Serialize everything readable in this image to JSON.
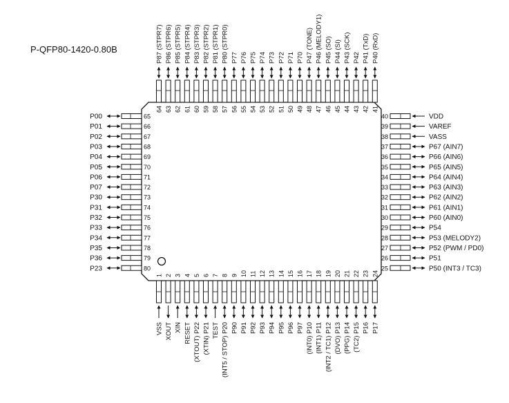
{
  "package_label": "P-QFP80-1420-0.80B",
  "pins": {
    "left": [
      {
        "num": "65",
        "name": "P00",
        "dir": "bi"
      },
      {
        "num": "66",
        "name": "P01",
        "dir": "bi"
      },
      {
        "num": "67",
        "name": "P02",
        "dir": "bi"
      },
      {
        "num": "68",
        "name": "P03",
        "dir": "bi"
      },
      {
        "num": "69",
        "name": "P04",
        "dir": "bi"
      },
      {
        "num": "70",
        "name": "P05",
        "dir": "bi"
      },
      {
        "num": "71",
        "name": "P06",
        "dir": "bi"
      },
      {
        "num": "72",
        "name": "P07",
        "dir": "bi"
      },
      {
        "num": "73",
        "name": "P30",
        "dir": "bi"
      },
      {
        "num": "74",
        "name": "P31",
        "dir": "bi"
      },
      {
        "num": "75",
        "name": "P32",
        "dir": "bi"
      },
      {
        "num": "76",
        "name": "P33",
        "dir": "bi"
      },
      {
        "num": "77",
        "name": "P34",
        "dir": "bi"
      },
      {
        "num": "78",
        "name": "P35",
        "dir": "bi"
      },
      {
        "num": "79",
        "name": "P36",
        "dir": "bi"
      },
      {
        "num": "80",
        "name": "P23",
        "dir": "bi"
      }
    ],
    "right": [
      {
        "num": "40",
        "name": "VDD",
        "dir": "in"
      },
      {
        "num": "39",
        "name": "VAREF",
        "dir": "in"
      },
      {
        "num": "38",
        "name": "VASS",
        "dir": "in"
      },
      {
        "num": "37",
        "name": "P67 (AIN7)",
        "dir": "bi"
      },
      {
        "num": "36",
        "name": "P66 (AIN6)",
        "dir": "bi"
      },
      {
        "num": "35",
        "name": "P65 (AIN5)",
        "dir": "bi"
      },
      {
        "num": "34",
        "name": "P64 (AIN4)",
        "dir": "bi"
      },
      {
        "num": "33",
        "name": "P63 (AIN3)",
        "dir": "bi"
      },
      {
        "num": "32",
        "name": "P62 (AIN2)",
        "dir": "bi"
      },
      {
        "num": "31",
        "name": "P61 (AIN1)",
        "dir": "bi"
      },
      {
        "num": "30",
        "name": "P60 (AIN0)",
        "dir": "bi"
      },
      {
        "num": "29",
        "name": "P54",
        "dir": "bi"
      },
      {
        "num": "28",
        "name": "P53 (MELODY2)",
        "dir": "bi"
      },
      {
        "num": "27",
        "name": "P52 (PWM / PD0)",
        "dir": "bi"
      },
      {
        "num": "26",
        "name": "P51",
        "dir": "bi"
      },
      {
        "num": "25",
        "name": "P50 (INT3 / TC3)",
        "dir": "bi"
      }
    ],
    "top": [
      {
        "num": "64",
        "name": "P87 (STPR7)",
        "dir": "bi"
      },
      {
        "num": "63",
        "name": "P86 (STPR6)",
        "dir": "bi"
      },
      {
        "num": "62",
        "name": "P85 (STPR5)",
        "dir": "bi"
      },
      {
        "num": "61",
        "name": "P84 (STPR4)",
        "dir": "bi"
      },
      {
        "num": "60",
        "name": "P83 (STPR3)",
        "dir": "bi"
      },
      {
        "num": "59",
        "name": "P82 (STPR2)",
        "dir": "bi"
      },
      {
        "num": "58",
        "name": "P81 (STPR1)",
        "dir": "bi"
      },
      {
        "num": "57",
        "name": "P80 (STPR0)",
        "dir": "bi"
      },
      {
        "num": "56",
        "name": "P77",
        "dir": "bi"
      },
      {
        "num": "55",
        "name": "P76",
        "dir": "bi"
      },
      {
        "num": "54",
        "name": "P75",
        "dir": "bi"
      },
      {
        "num": "53",
        "name": "P74",
        "dir": "bi"
      },
      {
        "num": "52",
        "name": "P73",
        "dir": "bi"
      },
      {
        "num": "51",
        "name": "P72",
        "dir": "bi"
      },
      {
        "num": "50",
        "name": "P71",
        "dir": "bi"
      },
      {
        "num": "49",
        "name": "P70",
        "dir": "bi"
      },
      {
        "num": "48",
        "name": "P47 (TONE)",
        "dir": "bi"
      },
      {
        "num": "47",
        "name": "P46 (MELODY1)",
        "dir": "bi"
      },
      {
        "num": "46",
        "name": "P45 (SO)",
        "dir": "bi"
      },
      {
        "num": "45",
        "name": "P44 (SI)",
        "dir": "bi"
      },
      {
        "num": "44",
        "name": "P43 (SCK)",
        "dir": "bi"
      },
      {
        "num": "43",
        "name": "P42",
        "dir": "bi"
      },
      {
        "num": "42",
        "name": "P41 (TxD)",
        "dir": "bi"
      },
      {
        "num": "41",
        "name": "P40 (RxD)",
        "dir": "bi"
      }
    ],
    "bottom": [
      {
        "num": "1",
        "name": "VSS",
        "dir": "in"
      },
      {
        "num": "2",
        "name": "XOUT",
        "dir": "out"
      },
      {
        "num": "3",
        "name": "XIN",
        "dir": "in"
      },
      {
        "num": "4",
        "name": "RESET",
        "dir": "bi"
      },
      {
        "num": "5",
        "name": "(XTOUT) P22",
        "dir": "bi"
      },
      {
        "num": "6",
        "name": "(XTIN) P21",
        "dir": "bi"
      },
      {
        "num": "7",
        "name": "TEST",
        "dir": "in"
      },
      {
        "num": "8",
        "name": "(INT5 / STOP) P20",
        "dir": "bi"
      },
      {
        "num": "9",
        "name": "P90",
        "dir": "bi"
      },
      {
        "num": "10",
        "name": "P91",
        "dir": "bi"
      },
      {
        "num": "11",
        "name": "P92",
        "dir": "bi"
      },
      {
        "num": "12",
        "name": "P93",
        "dir": "bi"
      },
      {
        "num": "13",
        "name": "P94",
        "dir": "bi"
      },
      {
        "num": "14",
        "name": "P95",
        "dir": "bi"
      },
      {
        "num": "15",
        "name": "P96",
        "dir": "bi"
      },
      {
        "num": "16",
        "name": "P97",
        "dir": "bi"
      },
      {
        "num": "17",
        "name": "(INT0) P10",
        "dir": "bi"
      },
      {
        "num": "18",
        "name": "(INT1) P11",
        "dir": "bi"
      },
      {
        "num": "19",
        "name": "(INT2 / TC1) P12",
        "dir": "bi"
      },
      {
        "num": "20",
        "name": "(DVO) P13",
        "dir": "bi"
      },
      {
        "num": "21",
        "name": "(PPG) P14",
        "dir": "bi"
      },
      {
        "num": "22",
        "name": "(TC2) P15",
        "dir": "bi"
      },
      {
        "num": "23",
        "name": "P16",
        "dir": "bi"
      },
      {
        "num": "24",
        "name": "P17",
        "dir": "bi"
      }
    ]
  },
  "colors": {
    "line": "#111111",
    "background": "#ffffff"
  }
}
